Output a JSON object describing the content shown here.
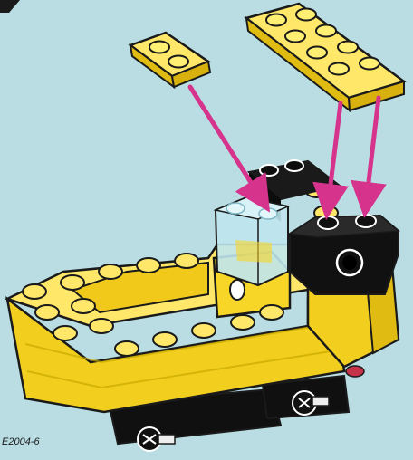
{
  "figure": {
    "code_label": "E2004-6",
    "colors": {
      "background": "#b9dde3",
      "brick_yellow": "#f7d628",
      "brick_yellow_dark": "#c9a800",
      "brick_yellow_light": "#ffe869",
      "brick_black": "#0d0d0d",
      "brick_clear_blue": "#bfe6ee",
      "arrow_magenta": "#d6338c",
      "outline": "#1a1a1a"
    },
    "parts": [
      {
        "name": "loose-plate-1x2",
        "color": "yellow"
      },
      {
        "name": "loose-plate-2x4",
        "color": "yellow"
      },
      {
        "name": "transparent-brick-1x1",
        "color": "transparent light blue"
      },
      {
        "name": "black-brick-round-hole",
        "color": "black"
      },
      {
        "name": "yellow-hull",
        "color": "yellow"
      },
      {
        "name": "wheel-axles",
        "color": "black"
      }
    ],
    "arrows": 3
  }
}
